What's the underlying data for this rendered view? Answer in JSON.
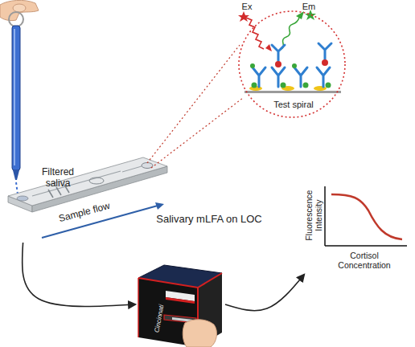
{
  "diagram": {
    "nodes": [
      {
        "text": [
          "Sample flow"
        ]
      },
      {
        "text": [
          "Ex",
          "Em",
          "Test spiral"
        ]
      },
      {
        "text": [
          "Cincinnati"
        ]
      },
      {
        "text": [
          "Fluorescence Intensity",
          "Cortisol Concentration"
        ]
      }
    ],
    "edges": [
      {
        "from": 0,
        "to": 2,
        "arrow": "to"
      },
      {
        "from": 2,
        "to": 3,
        "arrow": "to"
      }
    ],
    "labels": [
      "Filtered saliva",
      "Salivary mLFA on LOC"
    ]
  }
}
